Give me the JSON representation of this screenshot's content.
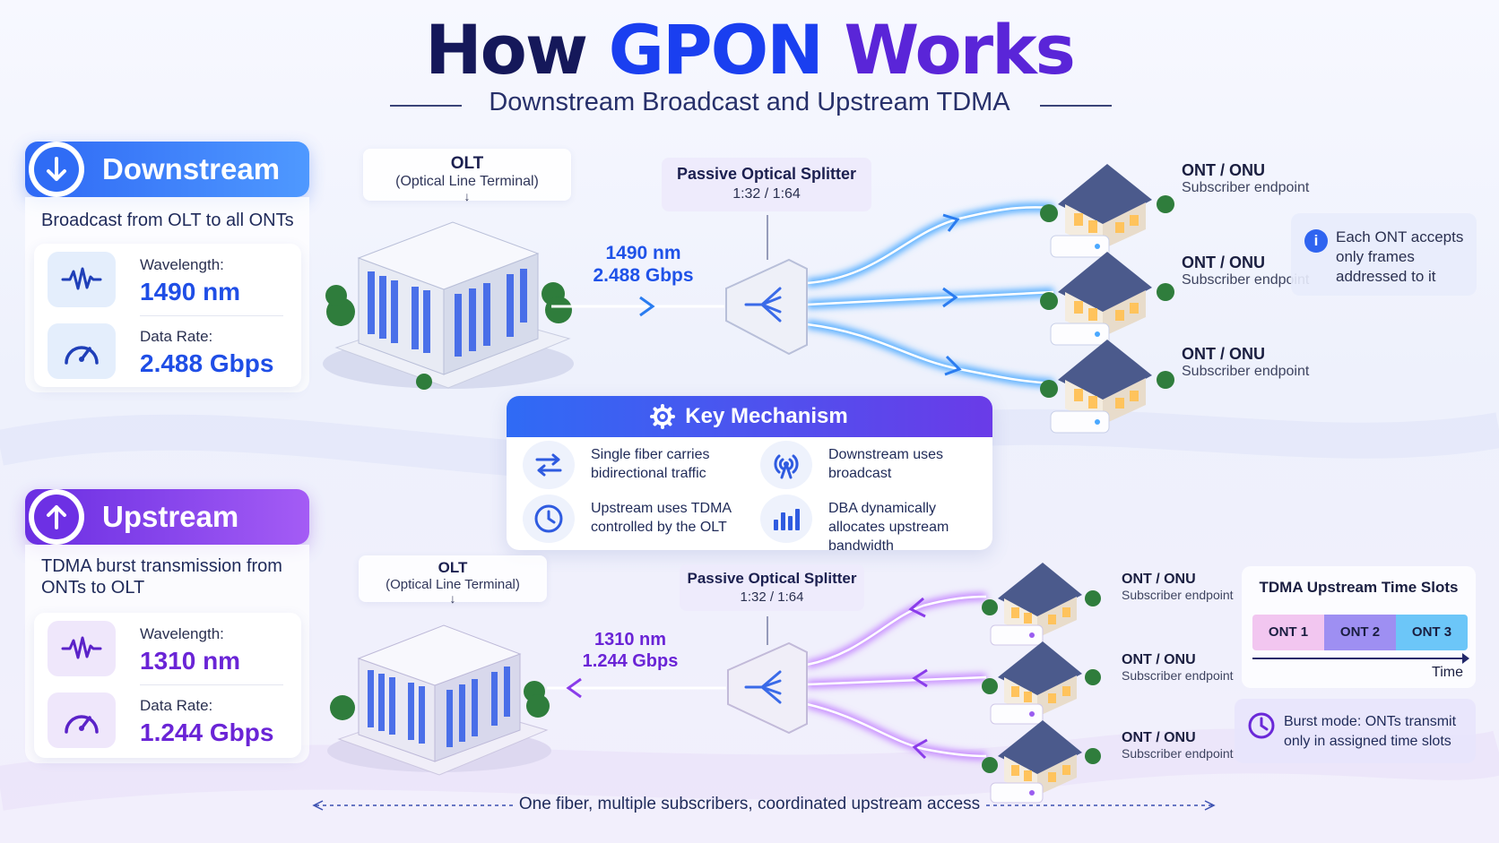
{
  "title": {
    "part1": "How ",
    "part2": "GPON ",
    "part3": "Works"
  },
  "subtitle": "Downstream Broadcast and Upstream TDMA",
  "downstream": {
    "header": "Downstream",
    "description": "Broadcast from OLT to all ONTs",
    "wavelength_label": "Wavelength:",
    "wavelength_value": "1490 nm",
    "rate_label": "Data Rate:",
    "rate_value": "2.488 Gbps",
    "olt_title": "OLT",
    "olt_sub": "(Optical Line Terminal)",
    "link_wavelength": "1490 nm",
    "link_rate": "2.488 Gbps",
    "splitter_title": "Passive Optical Splitter",
    "splitter_ratio": "1:32 / 1:64",
    "onts": [
      {
        "title": "ONT / ONU",
        "sub": "Subscriber endpoint"
      },
      {
        "title": "ONT / ONU",
        "sub": "Subscriber endpoint"
      },
      {
        "title": "ONT / ONU",
        "sub": "Subscriber endpoint"
      }
    ],
    "info": "Each ONT accepts only frames addressed to it"
  },
  "key_mechanism": {
    "title": "Key Mechanism",
    "items": [
      {
        "text": "Single fiber carries bidirectional traffic",
        "icon": "bidirectional-arrows-icon"
      },
      {
        "text": "Downstream uses broadcast",
        "icon": "broadcast-antenna-icon"
      },
      {
        "text": "Upstream uses TDMA controlled by the OLT",
        "icon": "clock-icon"
      },
      {
        "text": "DBA dynamically allocates upstream bandwidth",
        "icon": "bar-chart-icon"
      }
    ]
  },
  "upstream": {
    "header": "Upstream",
    "description": "TDMA burst transmission from ONTs to OLT",
    "wavelength_label": "Wavelength:",
    "wavelength_value": "1310 nm",
    "rate_label": "Data Rate:",
    "rate_value": "1.244 Gbps",
    "olt_title": "OLT",
    "olt_sub": "(Optical Line Terminal)",
    "link_wavelength": "1310 nm",
    "link_rate": "1.244 Gbps",
    "splitter_title": "Passive Optical Splitter",
    "splitter_ratio": "1:32 / 1:64",
    "onts": [
      {
        "title": "ONT / ONU",
        "sub": "Subscriber endpoint"
      },
      {
        "title": "ONT / ONU",
        "sub": "Subscriber endpoint"
      },
      {
        "title": "ONT / ONU",
        "sub": "Subscriber endpoint"
      }
    ],
    "tdma_title": "TDMA Upstream Time Slots",
    "slots": [
      "ONT 1",
      "ONT 2",
      "ONT 3"
    ],
    "time_label": "Time",
    "burst": "Burst mode: ONTs transmit only in assigned time slots"
  },
  "footer": "One fiber, multiple subscribers, coordinated upstream access",
  "colors": {
    "downstream": "#2f6bf5",
    "upstream": "#7a34e6",
    "slot1": "#f2c6f0",
    "slot2": "#9e8ff2",
    "slot3": "#6cc6f8"
  }
}
